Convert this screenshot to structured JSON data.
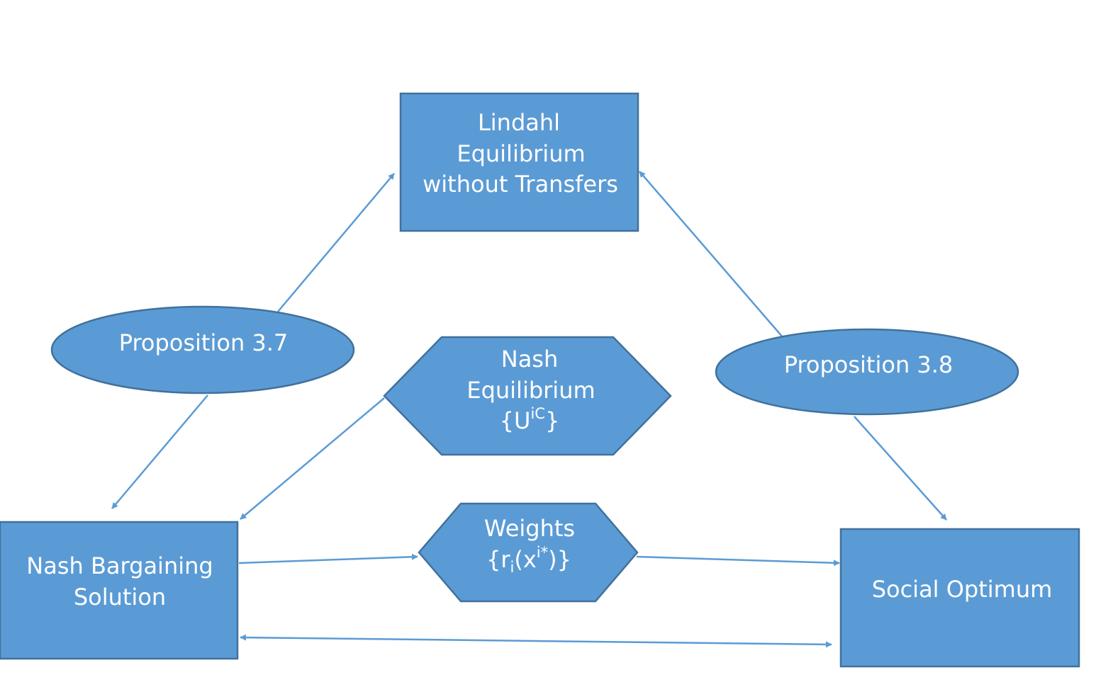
{
  "nodes": {
    "lindahl": {
      "line1": "Lindahl",
      "line2": "Equilibrium",
      "line3": "without Transfers"
    },
    "prop37": {
      "label": "Proposition 3.7"
    },
    "prop38": {
      "label": "Proposition 3.8"
    },
    "nash_eq": {
      "line1": "Nash",
      "line2": "Equilibrium",
      "line3_open": "{U",
      "line3_sup": "iC",
      "line3_close": "}"
    },
    "weights": {
      "line1": "Weights",
      "line2_open": "{r",
      "line2_sub": "i",
      "line2_mid": "(x",
      "line2_sup": "i*",
      "line2_close": ")}"
    },
    "nbs": {
      "line1": "Nash Bargaining",
      "line2": "Solution"
    },
    "social": {
      "label": "Social Optimum"
    }
  },
  "colors": {
    "fill": "#5b9bd5",
    "stroke": "#41719c",
    "edge": "#5b9bd5",
    "text": "#ffffff"
  }
}
